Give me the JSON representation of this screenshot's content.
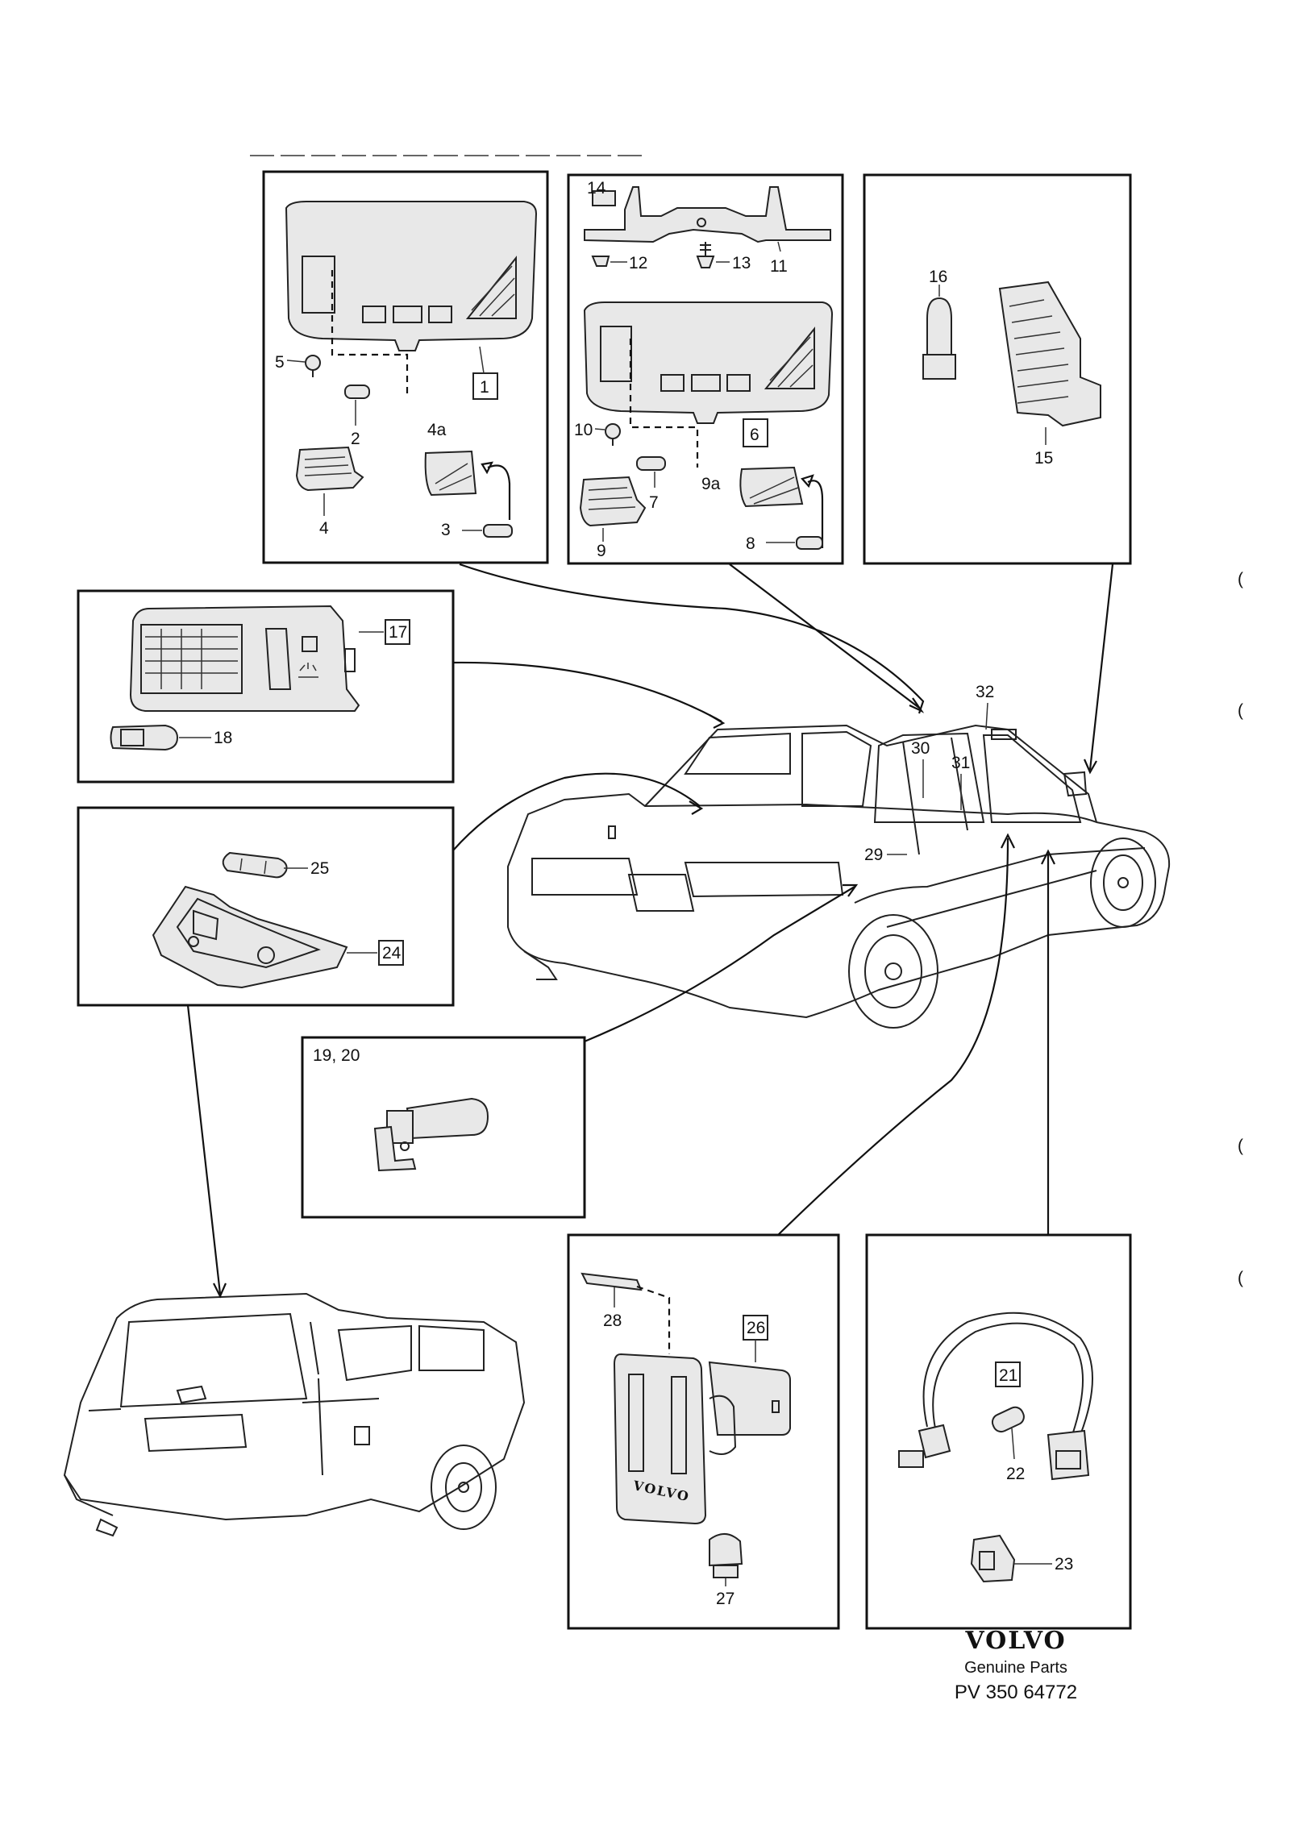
{
  "labels": {
    "p1": "1",
    "p2": "2",
    "p3": "3",
    "p4": "4",
    "p4a": "4a",
    "p5": "5",
    "p6": "6",
    "p7": "7",
    "p8": "8",
    "p9": "9",
    "p9a": "9a",
    "p10": "10",
    "p11": "11",
    "p12": "12",
    "p13": "13",
    "p14": "14",
    "p15": "15",
    "p16": "16",
    "p17": "17",
    "p18": "18",
    "p1920": "19, 20",
    "p21": "21",
    "p22": "22",
    "p23": "23",
    "p24": "24",
    "p25": "25",
    "p26": "26",
    "p27": "27",
    "p28": "28",
    "p29": "29",
    "p30": "30",
    "p31": "31",
    "p32": "32"
  },
  "footer": {
    "brand": "VOLVO",
    "line1": "Genuine Parts",
    "line2": "PV 350 64772"
  }
}
